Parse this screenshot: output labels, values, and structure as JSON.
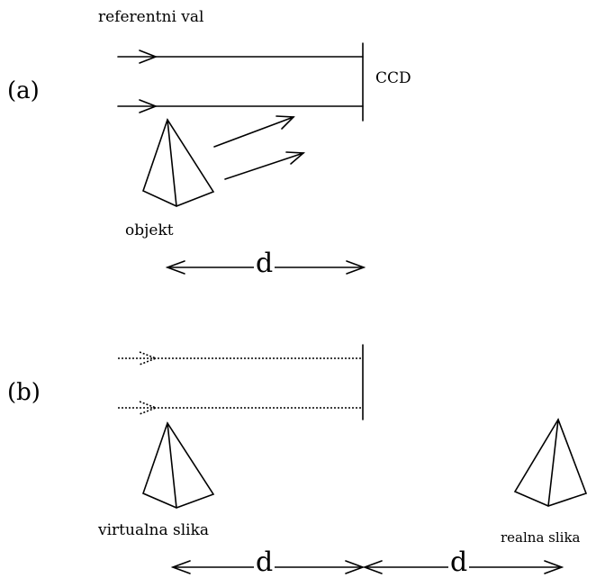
{
  "labels": {
    "reference_wave": "referentni val",
    "ccd": "CCD",
    "panel_a": "(a)",
    "object": "objekt",
    "distance_a": "d",
    "panel_b": "(b)",
    "virtual_image": "virtualna slika",
    "real_image": "realna slika",
    "distance_b_left": "d",
    "distance_b_right": "d"
  },
  "colors": {
    "stroke": "#000000",
    "background": "#ffffff"
  }
}
